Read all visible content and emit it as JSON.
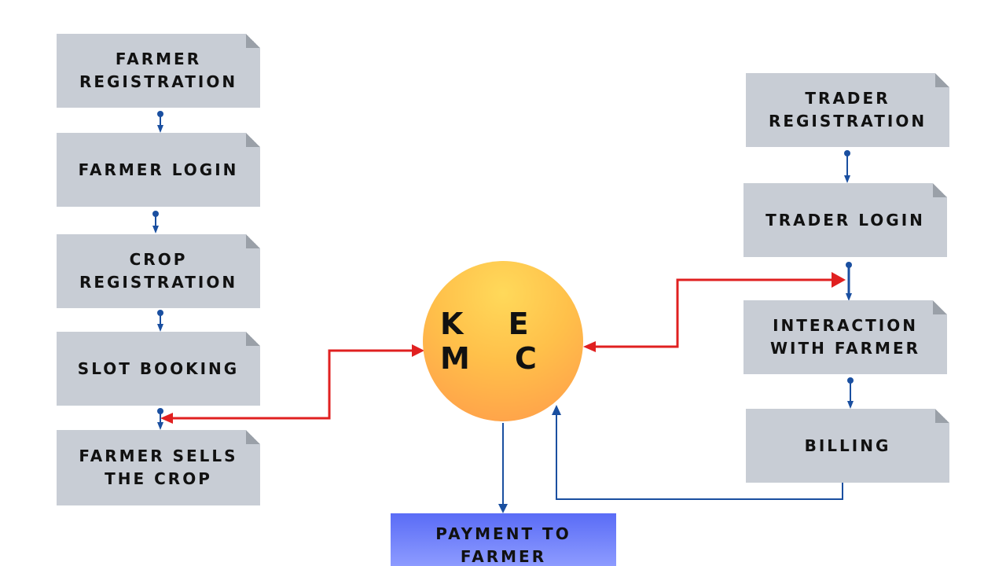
{
  "left_flow": [
    "FARMER REGISTRATION",
    "FARMER LOGIN",
    "CROP REGISTRATION",
    "SLOT BOOKING",
    "FARMER SELLS THE CROP"
  ],
  "right_flow": [
    "TRADER REGISTRATION",
    "TRADER LOGIN",
    "INTERACTION WITH FARMER",
    "BILLING"
  ],
  "center_node": "K E M C",
  "output_node": "PAYMENT TO FARMER",
  "colors": {
    "box_fill": "#c8cdd5",
    "flow_arrow": "#1a4fa0",
    "link_arrow": "#e02020",
    "center_top": "#ffd95a",
    "center_bottom": "#ff9a4a",
    "payment_fill": "#6c7cf8"
  }
}
